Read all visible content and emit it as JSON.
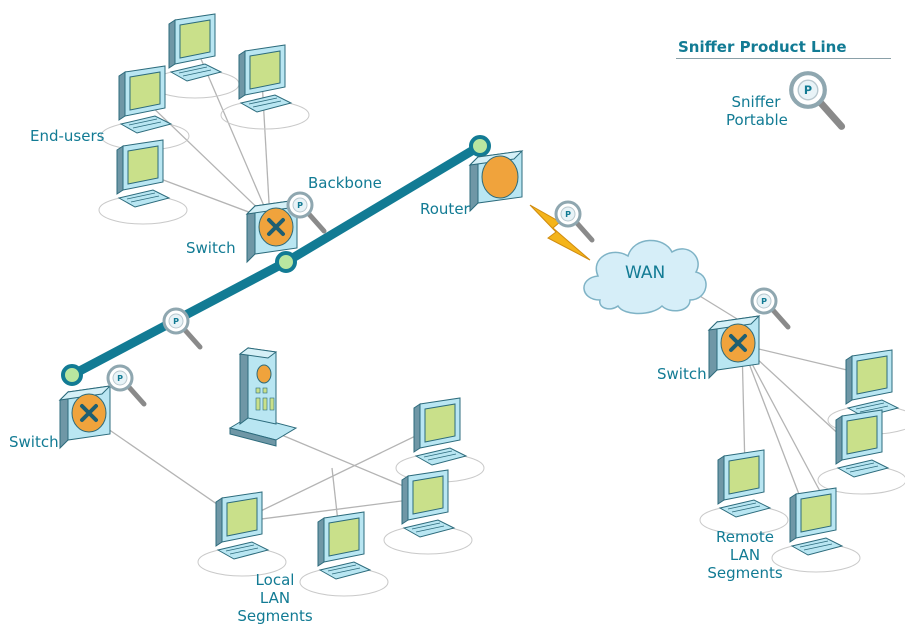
{
  "legend": {
    "title": "Sniffer Product Line",
    "item_line1": "Sniffer",
    "item_line2": "Portable"
  },
  "labels": {
    "end_users": "End-users",
    "backbone": "Backbone",
    "router": "Router",
    "switch_top": "Switch",
    "switch_left": "Switch",
    "switch_right": "Switch",
    "wan": "WAN",
    "local_line1": "Local",
    "local_line2": "LAN",
    "local_line3": "Segments",
    "remote_line1": "Remote",
    "remote_line2": "LAN",
    "remote_line3": "Segments"
  },
  "icons": {
    "probe": "magnifier-p-icon",
    "switch": "switch-x-icon",
    "router": "router-icon",
    "server": "server-tower-icon",
    "computer": "computer-icon",
    "cloud": "cloud-icon",
    "bolt": "lightning-bolt-icon"
  },
  "colors": {
    "label_text": "#127b94",
    "backbone": "#127b94",
    "device_face": "#b9e6f2",
    "device_side": "#6f97a6",
    "accent_orange": "#f0a33c",
    "screen_green": "#c9e08a",
    "cloud_fill": "#d6eef8",
    "link_line": "#b4b4b4"
  }
}
